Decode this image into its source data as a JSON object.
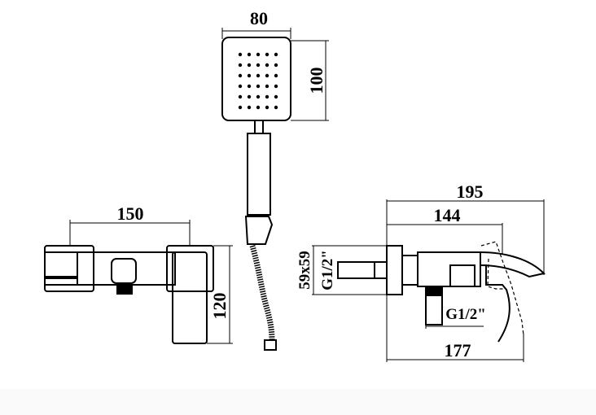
{
  "drawing": {
    "hand_shower": {
      "width": "80",
      "height": "100"
    },
    "front_view": {
      "width": "150",
      "height": "120"
    },
    "side_view": {
      "overall_depth": "195",
      "body_depth": "144",
      "spout_depth": "177",
      "wall_plate": "59x59",
      "wall_thread": "G1/2\"",
      "outlet_thread": "G1/2\""
    }
  }
}
